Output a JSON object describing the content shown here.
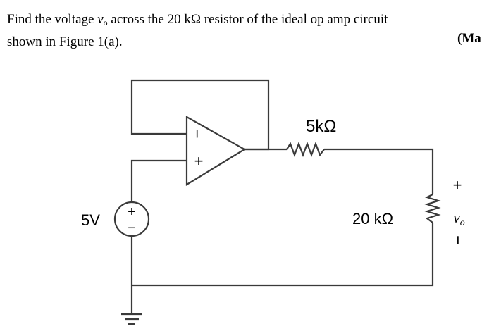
{
  "question": {
    "line1_part1": "Find the voltage ",
    "vo_var": "v",
    "vo_sub": "o",
    "line1_part2": " across the 20 kΩ resistor of the ideal op amp circuit",
    "line2": "shown in Figure 1(a).",
    "marks": "(Ma"
  },
  "circuit": {
    "source_label": "5V",
    "source_plus": "+",
    "source_minus": "−",
    "opamp_minus": "−",
    "opamp_plus": "+",
    "r_series_label": "5kΩ",
    "r_load_label": "20 kΩ",
    "vo_plus": "+",
    "vo_minus": "−",
    "vo_label": "v",
    "vo_label_sub": "o"
  },
  "colors": {
    "wire": "#3a3a3a",
    "text": "#000000"
  }
}
